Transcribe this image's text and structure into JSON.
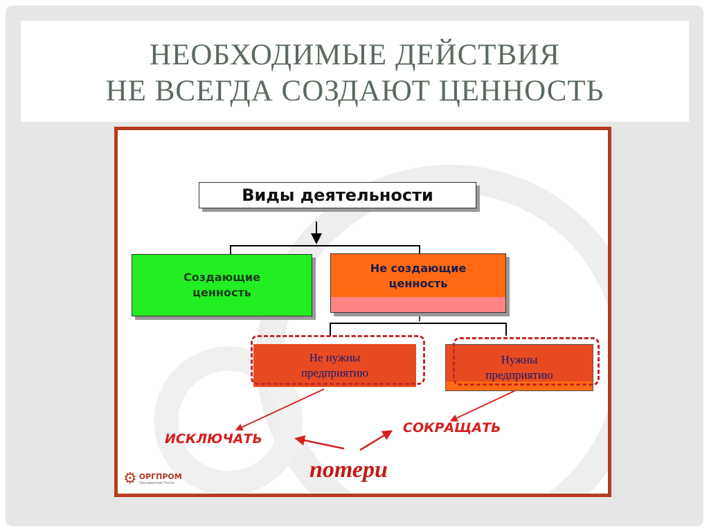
{
  "title": {
    "line1": "НЕОБХОДИМЫЕ ДЕЙСТВИЯ",
    "line2": "НЕ ВСЕГДА СОЗДАЮТ ЦЕННОСТЬ"
  },
  "diagram": {
    "root": "Виды деятельности",
    "value_creating": "Создающие ценность",
    "non_value_creating": "Не создающие ценность",
    "not_needed": "Не нужны предприятию",
    "needed": "Нужны предприятию",
    "eliminate": "ИСКЛЮЧАТЬ",
    "reduce": "СОКРАЩАТЬ",
    "losses": "потери"
  },
  "logo": {
    "name": "ОРГПРОМ",
    "tagline": "Производство Роста"
  },
  "colors": {
    "frame": "#b53c22",
    "green": "#22ee22",
    "orange": "#ff6a12",
    "pink": "#ff8484",
    "redbox": "#e84a22",
    "accent_red": "#d42020"
  }
}
